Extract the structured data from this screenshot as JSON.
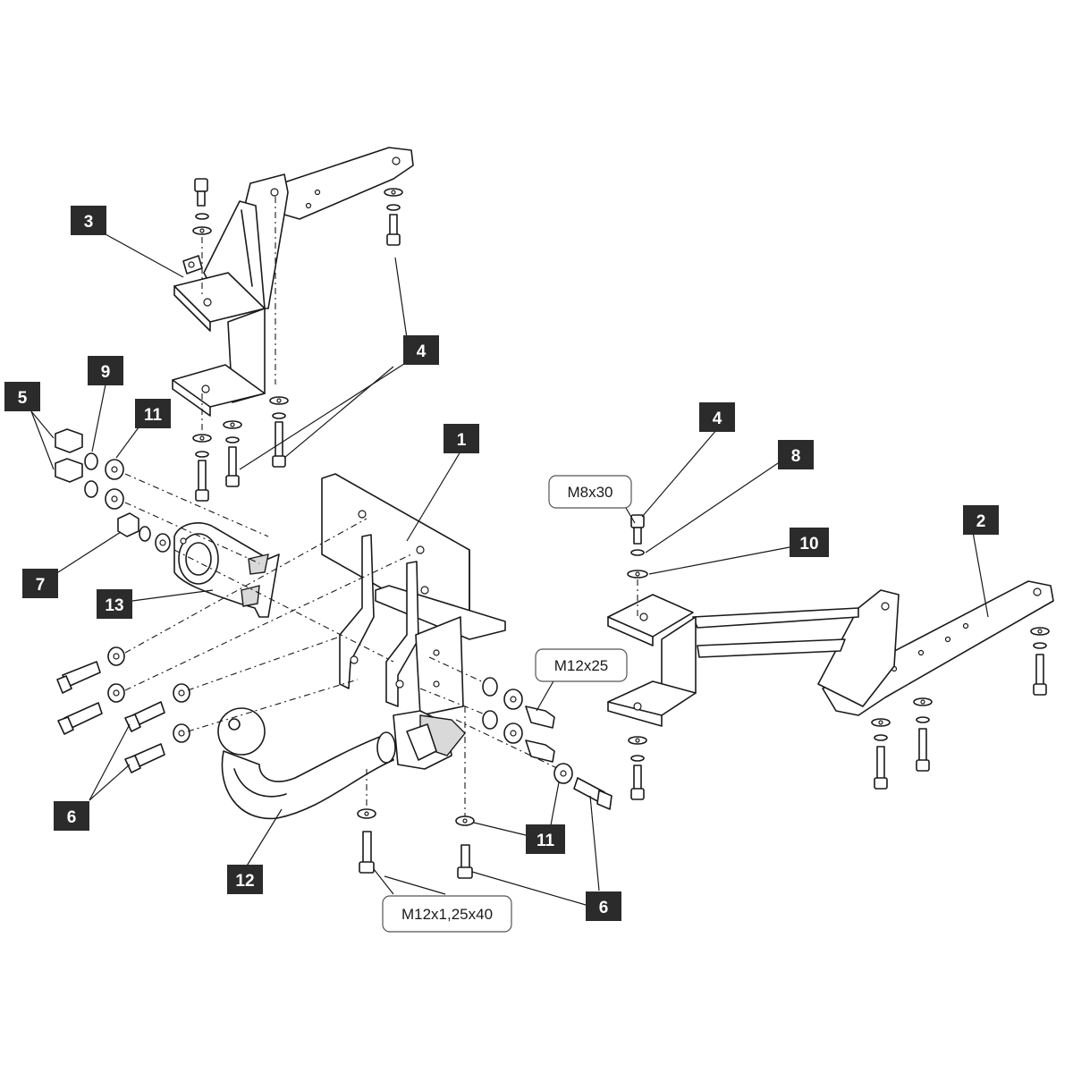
{
  "tags": [
    {
      "id": "tag-3",
      "text": "3"
    },
    {
      "id": "tag-4-top",
      "text": "4"
    },
    {
      "id": "tag-5",
      "text": "5"
    },
    {
      "id": "tag-9",
      "text": "9"
    },
    {
      "id": "tag-11-left",
      "text": "11"
    },
    {
      "id": "tag-1",
      "text": "1"
    },
    {
      "id": "tag-7",
      "text": "7"
    },
    {
      "id": "tag-13",
      "text": "13"
    },
    {
      "id": "tag-6-left",
      "text": "6"
    },
    {
      "id": "tag-12",
      "text": "12"
    },
    {
      "id": "tag-11-low",
      "text": "11"
    },
    {
      "id": "tag-6-low",
      "text": "6"
    },
    {
      "id": "tag-4-right",
      "text": "4"
    },
    {
      "id": "tag-8",
      "text": "8"
    },
    {
      "id": "tag-10",
      "text": "10"
    },
    {
      "id": "tag-2",
      "text": "2"
    }
  ],
  "callouts": {
    "m8x30": "M8x30",
    "m12x25": "M12x25",
    "m12x125x40": "M12x1,25x40"
  }
}
